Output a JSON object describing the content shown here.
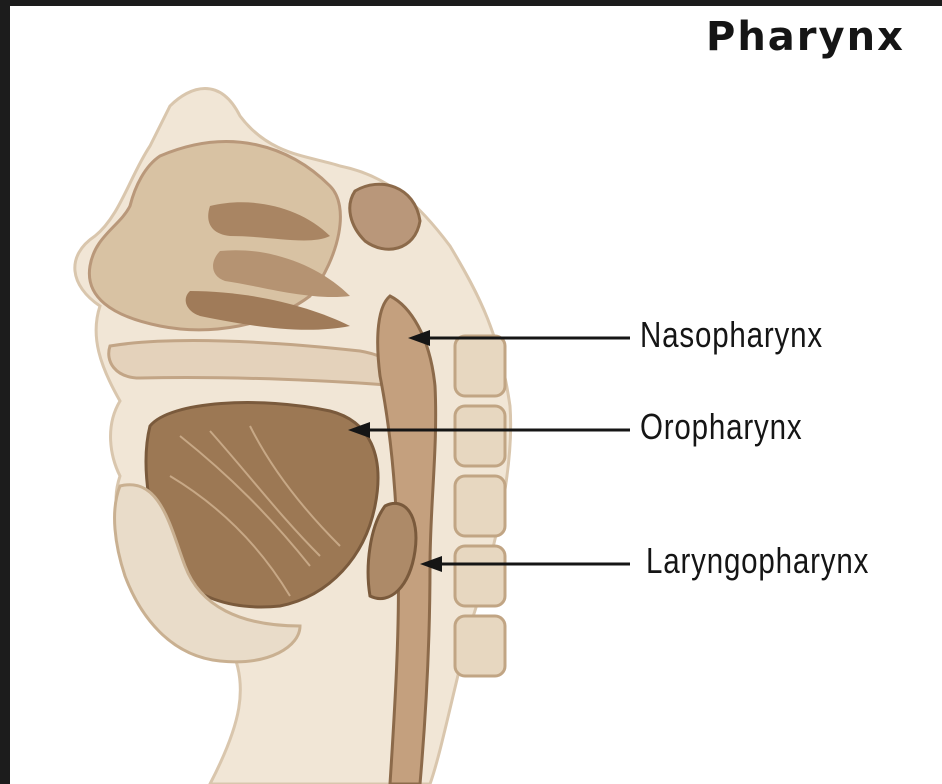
{
  "title": "Pharynx",
  "labels": {
    "nasopharynx": "Nasopharynx",
    "oropharynx": "Oropharynx",
    "laryngopharynx": "Laryngopharynx"
  },
  "colors": {
    "background_frame": "#1c1c1c",
    "canvas": "#ffffff",
    "tissue_light": "#e8d9c4",
    "tissue_mid": "#c9ad8c",
    "tissue_dark": "#8c6a4a",
    "text": "#151515"
  }
}
